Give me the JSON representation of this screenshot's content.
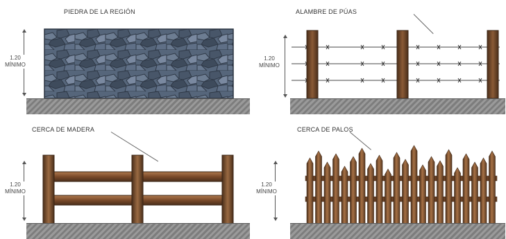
{
  "panels": {
    "stone_wall": {
      "title": "PIEDRA DE LA REGIÓN",
      "dim_value": "1.20",
      "dim_note": "MÍNIMO"
    },
    "barbed_wire": {
      "title": "ALAMBRE DE PÚAS",
      "dim_value": "1.20",
      "dim_note": "MÍNIMO"
    },
    "wood_fence": {
      "title": "CERCA DE MADERA",
      "dim_value": "1.20",
      "dim_note": "MÍNIMO"
    },
    "stick_fence": {
      "title": "CERCA DE PALOS",
      "dim_value": "1.20",
      "dim_note": "MÍNIMO"
    }
  },
  "colors": {
    "stone": "#4a5a6e",
    "stone_light": "#7a8aa0",
    "wood_dark": "#5a3a22",
    "wood_mid": "#8a5a36",
    "wood_light": "#b07a4e",
    "ground": "#8a8a8a"
  }
}
